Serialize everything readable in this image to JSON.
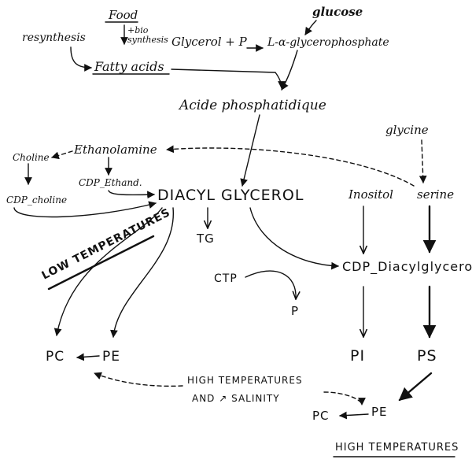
{
  "diagram": {
    "labels": {
      "food": "Food",
      "bio": "+bio",
      "synthesis": "synthesis",
      "glycerol_p": "Glycerol + P",
      "l_glycerophosphate": "L-α-glycerophosphate",
      "glucose": "glucose",
      "resynthesis": "resynthesis",
      "fatty_acids": "Fatty acids",
      "acide_phosphatidique": "Acide phosphatidique",
      "glycine": "glycine",
      "choline": "Choline",
      "ethanolamine": "Ethanolamine",
      "cdp_ethanol": "CDP_Ethand.",
      "cdp_choline": "CDP_choline",
      "diacyl_glycerol": "DIACYL GLYCEROL",
      "inositol": "Inositol",
      "serine": "serine",
      "tg": "TG",
      "low_temperatures": "LOW TEMPERATURES",
      "ctp": "CTP",
      "cdp_diacylglycerol": "CDP_Diacylglycerol",
      "p": "P",
      "pc_left": "PC",
      "pe_left": "PE",
      "pi": "PI",
      "ps": "PS",
      "high_temp_salinity_1": "HIGH TEMPERATURES",
      "high_temp_salinity_2": "AND ↗ SALINITY",
      "pc_right": "PC",
      "pe_right": "PE",
      "high_temperatures": "HIGH TEMPERATURES"
    }
  }
}
